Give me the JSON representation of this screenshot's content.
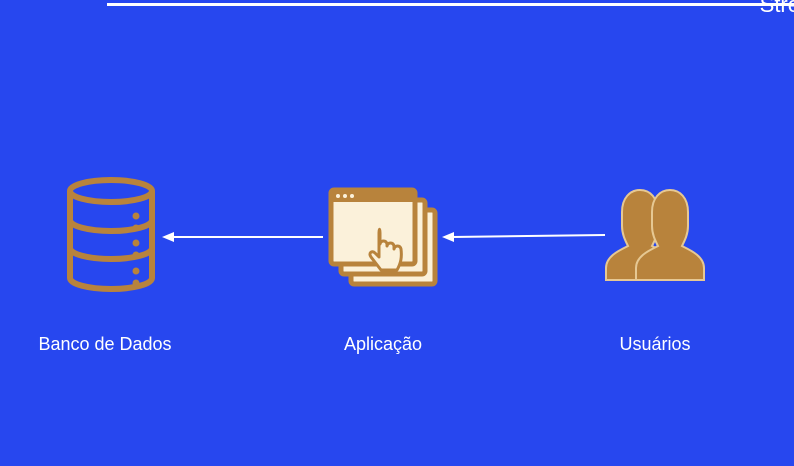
{
  "header": {
    "corner_text": "Stre"
  },
  "nodes": [
    {
      "id": "database",
      "label": "Banco de Dados",
      "icon": "database-icon"
    },
    {
      "id": "application",
      "label": "Aplicação",
      "icon": "app-windows-cursor-icon"
    },
    {
      "id": "users",
      "label": "Usuários",
      "icon": "users-icon"
    }
  ],
  "edges": [
    {
      "from": "users",
      "to": "application"
    },
    {
      "from": "application",
      "to": "database"
    }
  ],
  "colors": {
    "background": "#2747ef",
    "icon_fill": "#b8833c",
    "icon_stroke": "#9c6a2a",
    "window_fill": "#fbf1da",
    "text": "#ffffff",
    "arrow": "#ffffff"
  }
}
